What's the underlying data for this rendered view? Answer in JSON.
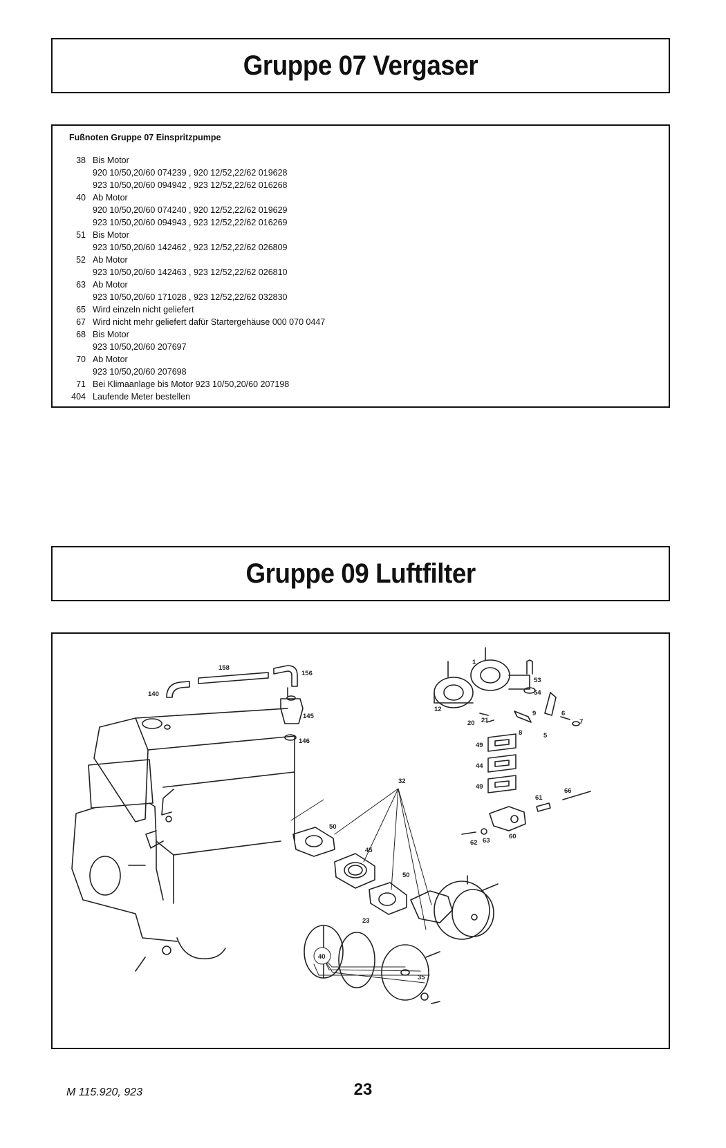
{
  "group07": {
    "title": "Gruppe 07 Vergaser"
  },
  "footnotes": {
    "title": "Fußnoten Gruppe 07 Einspritzpumpe",
    "entries": [
      {
        "num": "38",
        "lines": [
          "Bis Motor",
          "920 10/50,20/60 074239 , 920 12/52,22/62 019628",
          "923 10/50,20/60 094942 , 923 12/52,22/62 016268"
        ]
      },
      {
        "num": "40",
        "lines": [
          "Ab Motor",
          "920 10/50,20/60 074240 , 920 12/52,22/62 019629",
          "923 10/50,20/60 094943 , 923 12/52,22/62 016269"
        ]
      },
      {
        "num": "51",
        "lines": [
          "Bis Motor",
          "923 10/50,20/60 142462 , 923 12/52,22/62 026809"
        ]
      },
      {
        "num": "52",
        "lines": [
          "Ab Motor",
          "923 10/50,20/60 142463 , 923 12/52,22/62 026810"
        ]
      },
      {
        "num": "63",
        "lines": [
          "Ab Motor",
          "923 10/50,20/60 171028 , 923 12/52,22/62 032830"
        ]
      },
      {
        "num": "65",
        "lines": [
          "Wird einzeln nicht geliefert"
        ]
      },
      {
        "num": "67",
        "lines": [
          "Wird nicht mehr geliefert dafür Startergehäuse 000 070 0447"
        ]
      },
      {
        "num": "68",
        "lines": [
          "Bis Motor",
          "923 10/50,20/60 207697"
        ]
      },
      {
        "num": "70",
        "lines": [
          "Ab Motor",
          "923 10/50,20/60 207698"
        ]
      },
      {
        "num": "71",
        "lines": [
          "Bei Klimaanlage bis Motor 923 10/50,20/60 207198"
        ]
      },
      {
        "num": "404",
        "lines": [
          "Laufende Meter bestellen"
        ]
      }
    ]
  },
  "group09": {
    "title": "Gruppe 09 Luftfilter"
  },
  "diagram": {
    "labels": {
      "l158": "158",
      "l156": "156",
      "l140": "140",
      "l145": "145",
      "l146": "146",
      "l1": "1",
      "l53": "53",
      "l54": "54",
      "l12": "12",
      "l20": "20",
      "l21": "21",
      "l9": "9",
      "l6": "6",
      "l7": "7",
      "l8": "8",
      "l5": "5",
      "l49a": "49",
      "l44": "44",
      "l49b": "49",
      "l66": "66",
      "l61": "61",
      "l62": "62",
      "l63": "63",
      "l60": "60",
      "l32": "32",
      "l50a": "50",
      "l45": "45",
      "l50b": "50",
      "l23": "23",
      "l35": "35",
      "l40": "40"
    }
  },
  "footer": {
    "model": "M 115.920, 923",
    "page": "23"
  }
}
